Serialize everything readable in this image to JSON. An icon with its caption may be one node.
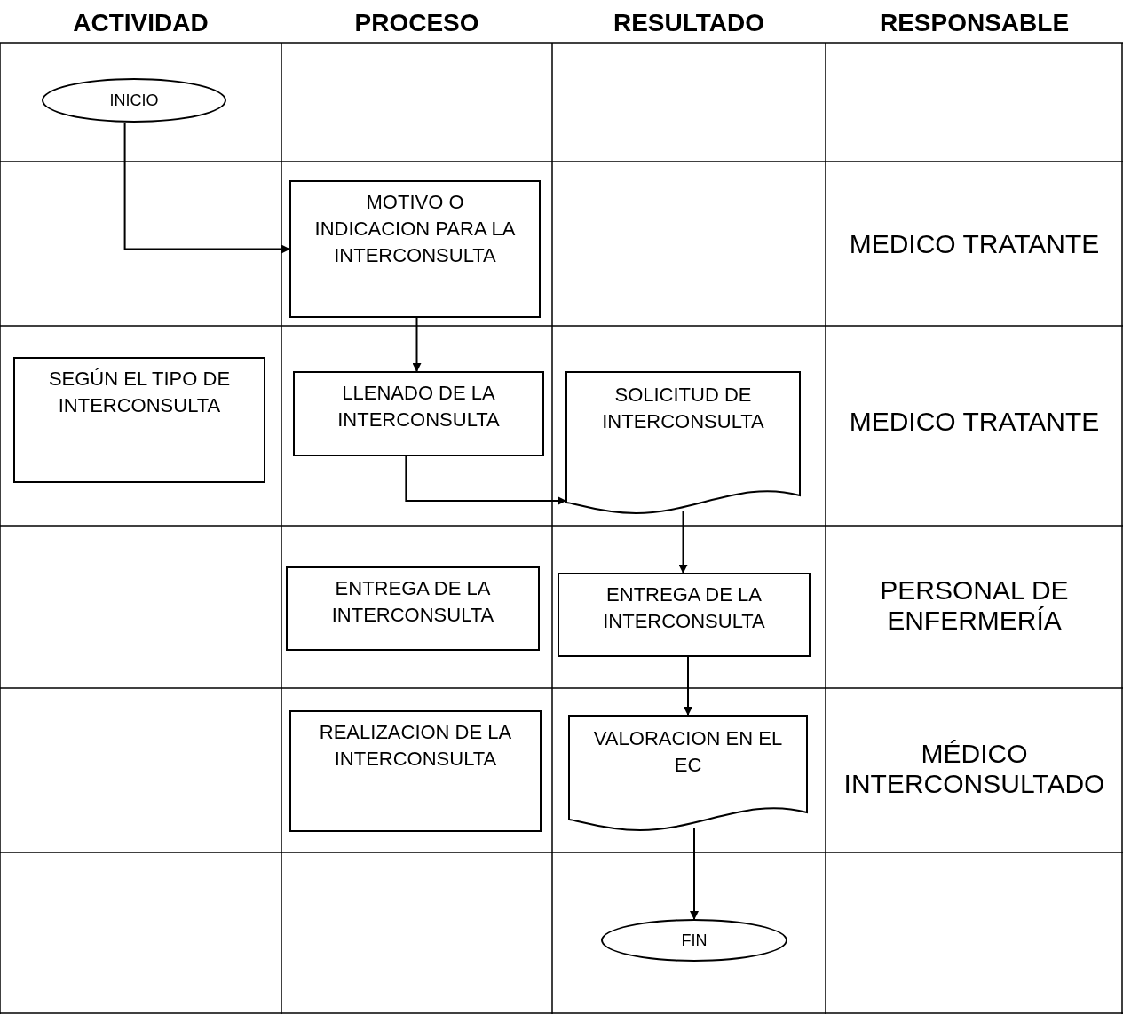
{
  "diagram": {
    "nodes": [
      {
        "text": [
          "INICIO"
        ]
      },
      {
        "text": [
          "MOTIVO O INDICACION PARA LA INTERCONSULTA"
        ]
      },
      {
        "text": [
          "SEGÚN EL TIPO DE INTERCONSULTA"
        ]
      },
      {
        "text": [
          "LLENADO DE LA INTERCONSULTA"
        ]
      },
      {
        "text": [
          "SOLICITUD DE INTERCONSULTA"
        ]
      },
      {
        "text": [
          "ENTREGA DE LA INTERCONSULTA"
        ]
      },
      {
        "text": [
          "ENTREGA DE LA INTERCONSULTA"
        ]
      },
      {
        "text": [
          "REALIZACION DE LA INTERCONSULTA"
        ]
      },
      {
        "text": [
          "VALORACION EN EL EC"
        ]
      },
      {
        "text": [
          "FIN"
        ]
      }
    ],
    "edges": [
      {
        "from": 0,
        "to": 1,
        "arrow": "to"
      },
      {
        "from": 1,
        "to": 3,
        "arrow": "to"
      },
      {
        "from": 3,
        "to": 4,
        "arrow": "to"
      },
      {
        "from": 4,
        "to": 6,
        "arrow": "to"
      },
      {
        "from": 6,
        "to": 8,
        "arrow": "to"
      },
      {
        "from": 8,
        "to": 9,
        "arrow": "to"
      }
    ],
    "labels": [
      "ACTIVIDAD",
      "PROCESO",
      "RESULTADO",
      "RESPONSABLE",
      "MEDICO TRATANTE",
      "MEDICO TRATANTE",
      "PERSONAL DE ENFERMERÍA",
      "MÉDICO INTERCONSULTADO"
    ]
  }
}
